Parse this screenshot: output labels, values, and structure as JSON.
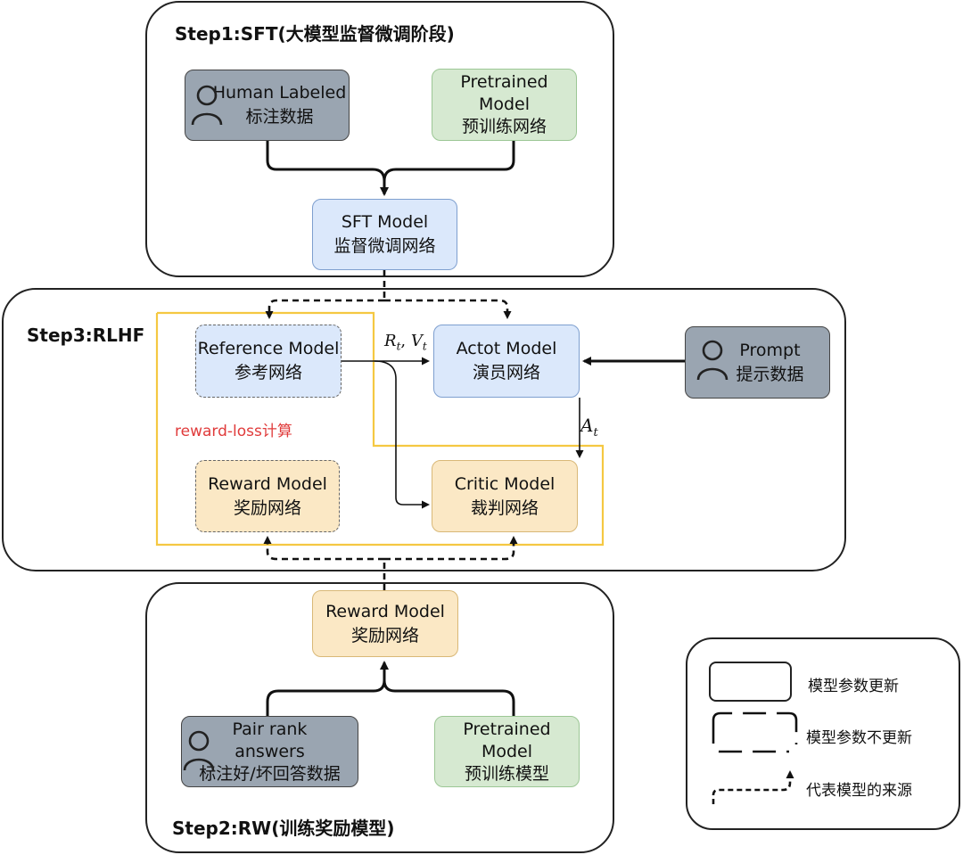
{
  "step1": {
    "title": "Step1:SFT(大模型监督微调阶段)",
    "human_labeled": {
      "line1": "Human Labeled",
      "line2": "标注数据"
    },
    "pretrained": {
      "line1": "Pretrained",
      "line2": "Model",
      "line3": "预训练网络"
    },
    "sft_model": {
      "line1": "SFT Model",
      "line2": "监督微调网络"
    }
  },
  "step3": {
    "title": "Step3:RLHF",
    "reference_model": {
      "line1": "Reference Model",
      "line2": "参考网络"
    },
    "actor_model": {
      "line1": "Actot Model",
      "line2": "演员网络"
    },
    "prompt": {
      "line1": "Prompt",
      "line2": "提示数据"
    },
    "reward_loss_label": "reward-loss计算",
    "reward_model": {
      "line1": "Reward Model",
      "line2": "奖励网络"
    },
    "critic_model": {
      "line1": "Critic Model",
      "line2": "裁判网络"
    },
    "rv_label_R": "R",
    "rv_label_V": "V",
    "rv_sub": "t",
    "rv_comma": ",",
    "a_label": "A",
    "a_sub": "t"
  },
  "step2": {
    "title": "Step2:RW(训练奖励模型)",
    "reward_model": {
      "line1": "Reward Model",
      "line2": "奖励网络"
    },
    "pair_rank": {
      "line1": "Pair rank",
      "line2": "answers",
      "line3": "标注好/坏回答数据"
    },
    "pretrained": {
      "line1": "Pretrained",
      "line2": "Model",
      "line3": "预训练模型"
    }
  },
  "legend": {
    "solid": "模型参数更新",
    "dashed": "模型参数不更新",
    "source": "代表模型的来源"
  },
  "colors": {
    "gray": "#9aa5b1",
    "green": "#d6e9d1",
    "blue": "#dbe8fb",
    "orange": "#fbe8c5",
    "yellow_frame": "#f5c842",
    "red_text": "#e03b3b"
  }
}
